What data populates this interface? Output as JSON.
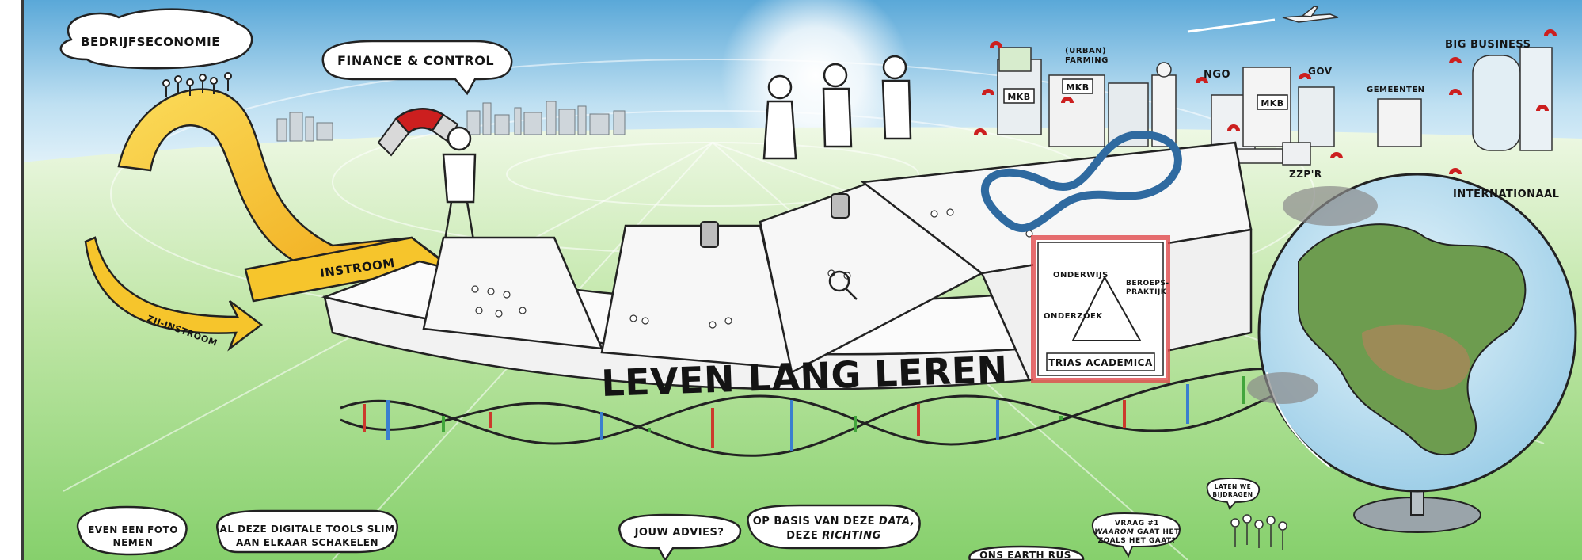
{
  "colors": {
    "sky_top": "#5aa8d8",
    "sky_bottom": "#e9f5fb",
    "grass_light": "#e6f5d8",
    "grass_dark": "#7ccc64",
    "arrow_yellow": "#f6c52c",
    "magnet_red": "#cc1f1f",
    "loop_blue": "#2f6aa0",
    "globe_ocean": "#cfe9f6",
    "globe_land": "#6d9c4f",
    "trias_border": "#e0484b",
    "ink": "#111111"
  },
  "labels": {
    "bedrijfseconomie": "BEDRIJFSECONOMIE",
    "finance_control": "FINANCE & CONTROL",
    "instroom": "INSTROOM",
    "zij_instroom": "ZIJ-INSTROOM",
    "urban_farming_line1": "(URBAN)",
    "urban_farming_line2": "FARMING",
    "mkb": "MKB",
    "ngo": "NGO",
    "gov": "GOV",
    "gemeenten": "GEMEENTEN",
    "big_business": "BIG BUSINESS",
    "zzpr": "ZZP'R",
    "internationaal": "INTERNATIONAAL",
    "leven_lang_leren": "LEVEN  LANG LEREN"
  },
  "trias": {
    "onderwijs": "ONDERWIJS",
    "beroepspraktijk_line1": "BEROEPS-",
    "beroepspraktijk_line2": "PRAKTIJK",
    "onderzoek": "ONDERZOEK",
    "title": "TRIAS ACADEMICA"
  },
  "bubbles": {
    "foto_line1": "EVEN EEN FOTO",
    "foto_line2": "NEMEN",
    "tools_line1": "AL DEZE DIGITALE TOOLS SLIM",
    "tools_line2": "AAN ELKAAR SCHAKELEN",
    "advies": "JOUW ADVIES?",
    "data_line1_a": "OP BASIS VAN DEZE ",
    "data_line1_b": "DATA,",
    "data_line2_a": "DEZE ",
    "data_line2_b": "RICHTING",
    "earth_partial": "ONS EARTH  RUS",
    "vraag_line1": "VRAAG #1",
    "vraag_line2_a": "WAAROM",
    "vraag_line2_b": " GAAT HET",
    "vraag_line3": "ZOALS HET GAAT?",
    "bijdragen_line1": "LATEN WE",
    "bijdragen_line2": "BIJDRAGEN"
  },
  "icons": [
    "sun",
    "airplane",
    "magnet",
    "dna-helix",
    "globe",
    "magnifier",
    "infinity-loop",
    "city-skyline"
  ]
}
